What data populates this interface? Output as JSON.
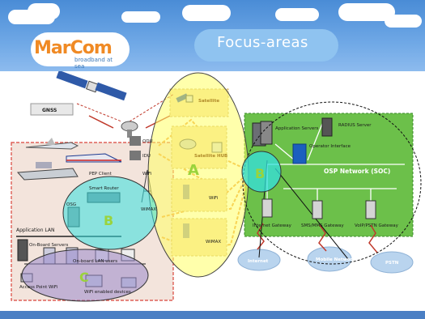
{
  "slide": {
    "title": "Focus-areas",
    "logo": {
      "name": "MarCom",
      "tagline": "broadband at sea"
    }
  },
  "labels": {
    "gnss": "GNSS",
    "satellite": "Satellite",
    "satellite_hub": "Satellite HUB",
    "odu": "ODU",
    "idu": "IDU",
    "wifi_top": "WiFi",
    "wimax_top": "WiMAX",
    "pep_client": "PEP Client",
    "smart_router": "Smart Router",
    "osg": "OSG",
    "application_lan": "Application LAN",
    "onboard_servers": "On-Board Servers",
    "onboard_users": "On-board LAN users",
    "access_point": "Access Point WiFi",
    "wifi_devices": "WiFi enabled devices",
    "wifi_mid": "WiFi",
    "wimax_mid": "WiMAX",
    "application_servers": "Application Servers",
    "radius_server": "RADIUS Server",
    "operator_interface": "Operator Interface",
    "osp_network": "OSP Network (SOC)",
    "internet_gateway": "Internet Gateway",
    "sms_gateway": "SMS/MMS Gateway",
    "voip_gateway": "VoIP/PSTN Gateway",
    "internet_cloud": "Internet",
    "mobile_network": "Mobile Network",
    "pstn": "PSTN"
  },
  "focus_areas": {
    "a": "A",
    "b_left": "B",
    "b_right": "B",
    "c": "C"
  },
  "colors": {
    "header_blue": "#4a8cd6",
    "osp_green": "#6cc04a",
    "ship_zone_pink": "#f3e4dc",
    "ship_zone_border": "#d9453b",
    "focus_yellow": "#ffff66",
    "focus_cyan": "#33e0e0",
    "focus_purple": "#9988cc",
    "cloud_blue": "#b9d4ee",
    "link_orange": "#f0a040",
    "link_red": "#c0392b"
  },
  "icons": [
    "satellite-icon",
    "satellite-dish-icon",
    "ship-icon",
    "airplane-icon",
    "train-icon",
    "server-icon",
    "router-icon",
    "laptop-icon",
    "tower-icon",
    "cloud-icon"
  ]
}
